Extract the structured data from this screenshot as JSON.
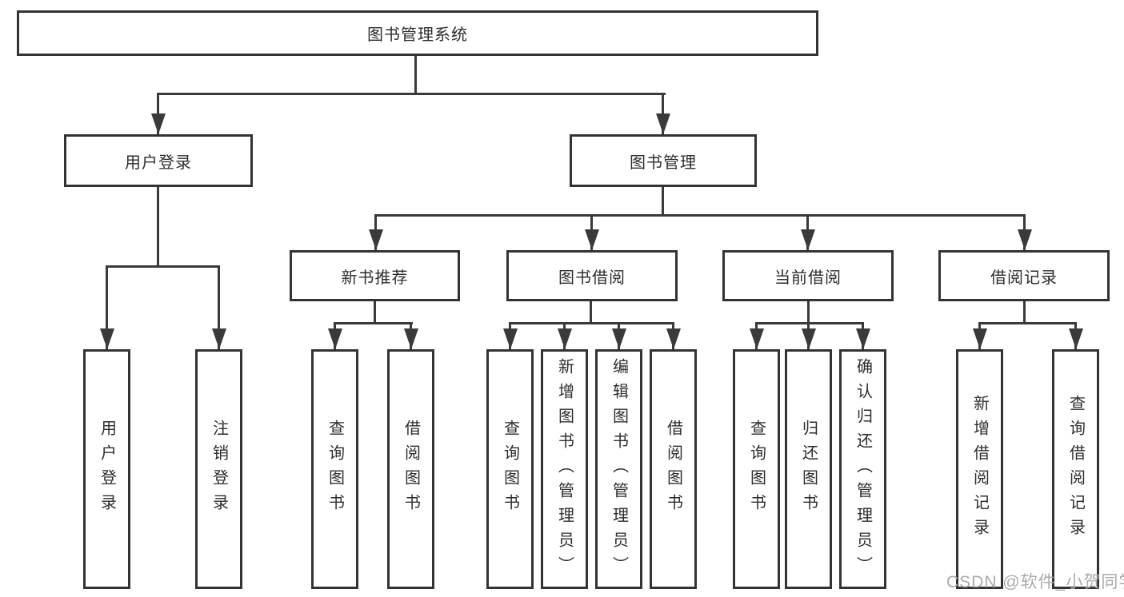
{
  "diagram": {
    "root": {
      "label": "图书管理系统"
    },
    "level2": {
      "user_login": {
        "label": "用户登录"
      },
      "book_management": {
        "label": "图书管理"
      }
    },
    "level3": {
      "new_book_recommendation": {
        "label": "新书推荐"
      },
      "book_borrowing": {
        "label": "图书借阅"
      },
      "current_borrowing": {
        "label": "当前借阅"
      },
      "borrowing_records": {
        "label": "借阅记录"
      }
    },
    "leaves": {
      "user_login": {
        "label": "用户登录"
      },
      "logout": {
        "label": "注销登录"
      },
      "newbook_query_books": {
        "label": "查询图书"
      },
      "newbook_borrow_books": {
        "label": "借阅图书"
      },
      "borrowing_query_books": {
        "label": "查询图书"
      },
      "borrowing_add_books_admin": {
        "label": "新增图书（管理员）"
      },
      "borrowing_edit_books_admin": {
        "label": "编辑图书（管理员）"
      },
      "borrowing_borrow_books": {
        "label": "借阅图书"
      },
      "current_query_books": {
        "label": "查询图书"
      },
      "current_return_books": {
        "label": "归还图书"
      },
      "current_confirm_return_admin": {
        "label": "确认归还（管理员）"
      },
      "records_add_record": {
        "label": "新增借阅记录"
      },
      "records_query_record": {
        "label": "查询借阅记录"
      }
    },
    "watermark": "CSDN @软件_小贺同学",
    "colors": {
      "line": "#3a3a3a",
      "box_border": "#333333",
      "text": "#2d2d2d",
      "watermark": "#ababab",
      "background": "#ffffff"
    }
  }
}
